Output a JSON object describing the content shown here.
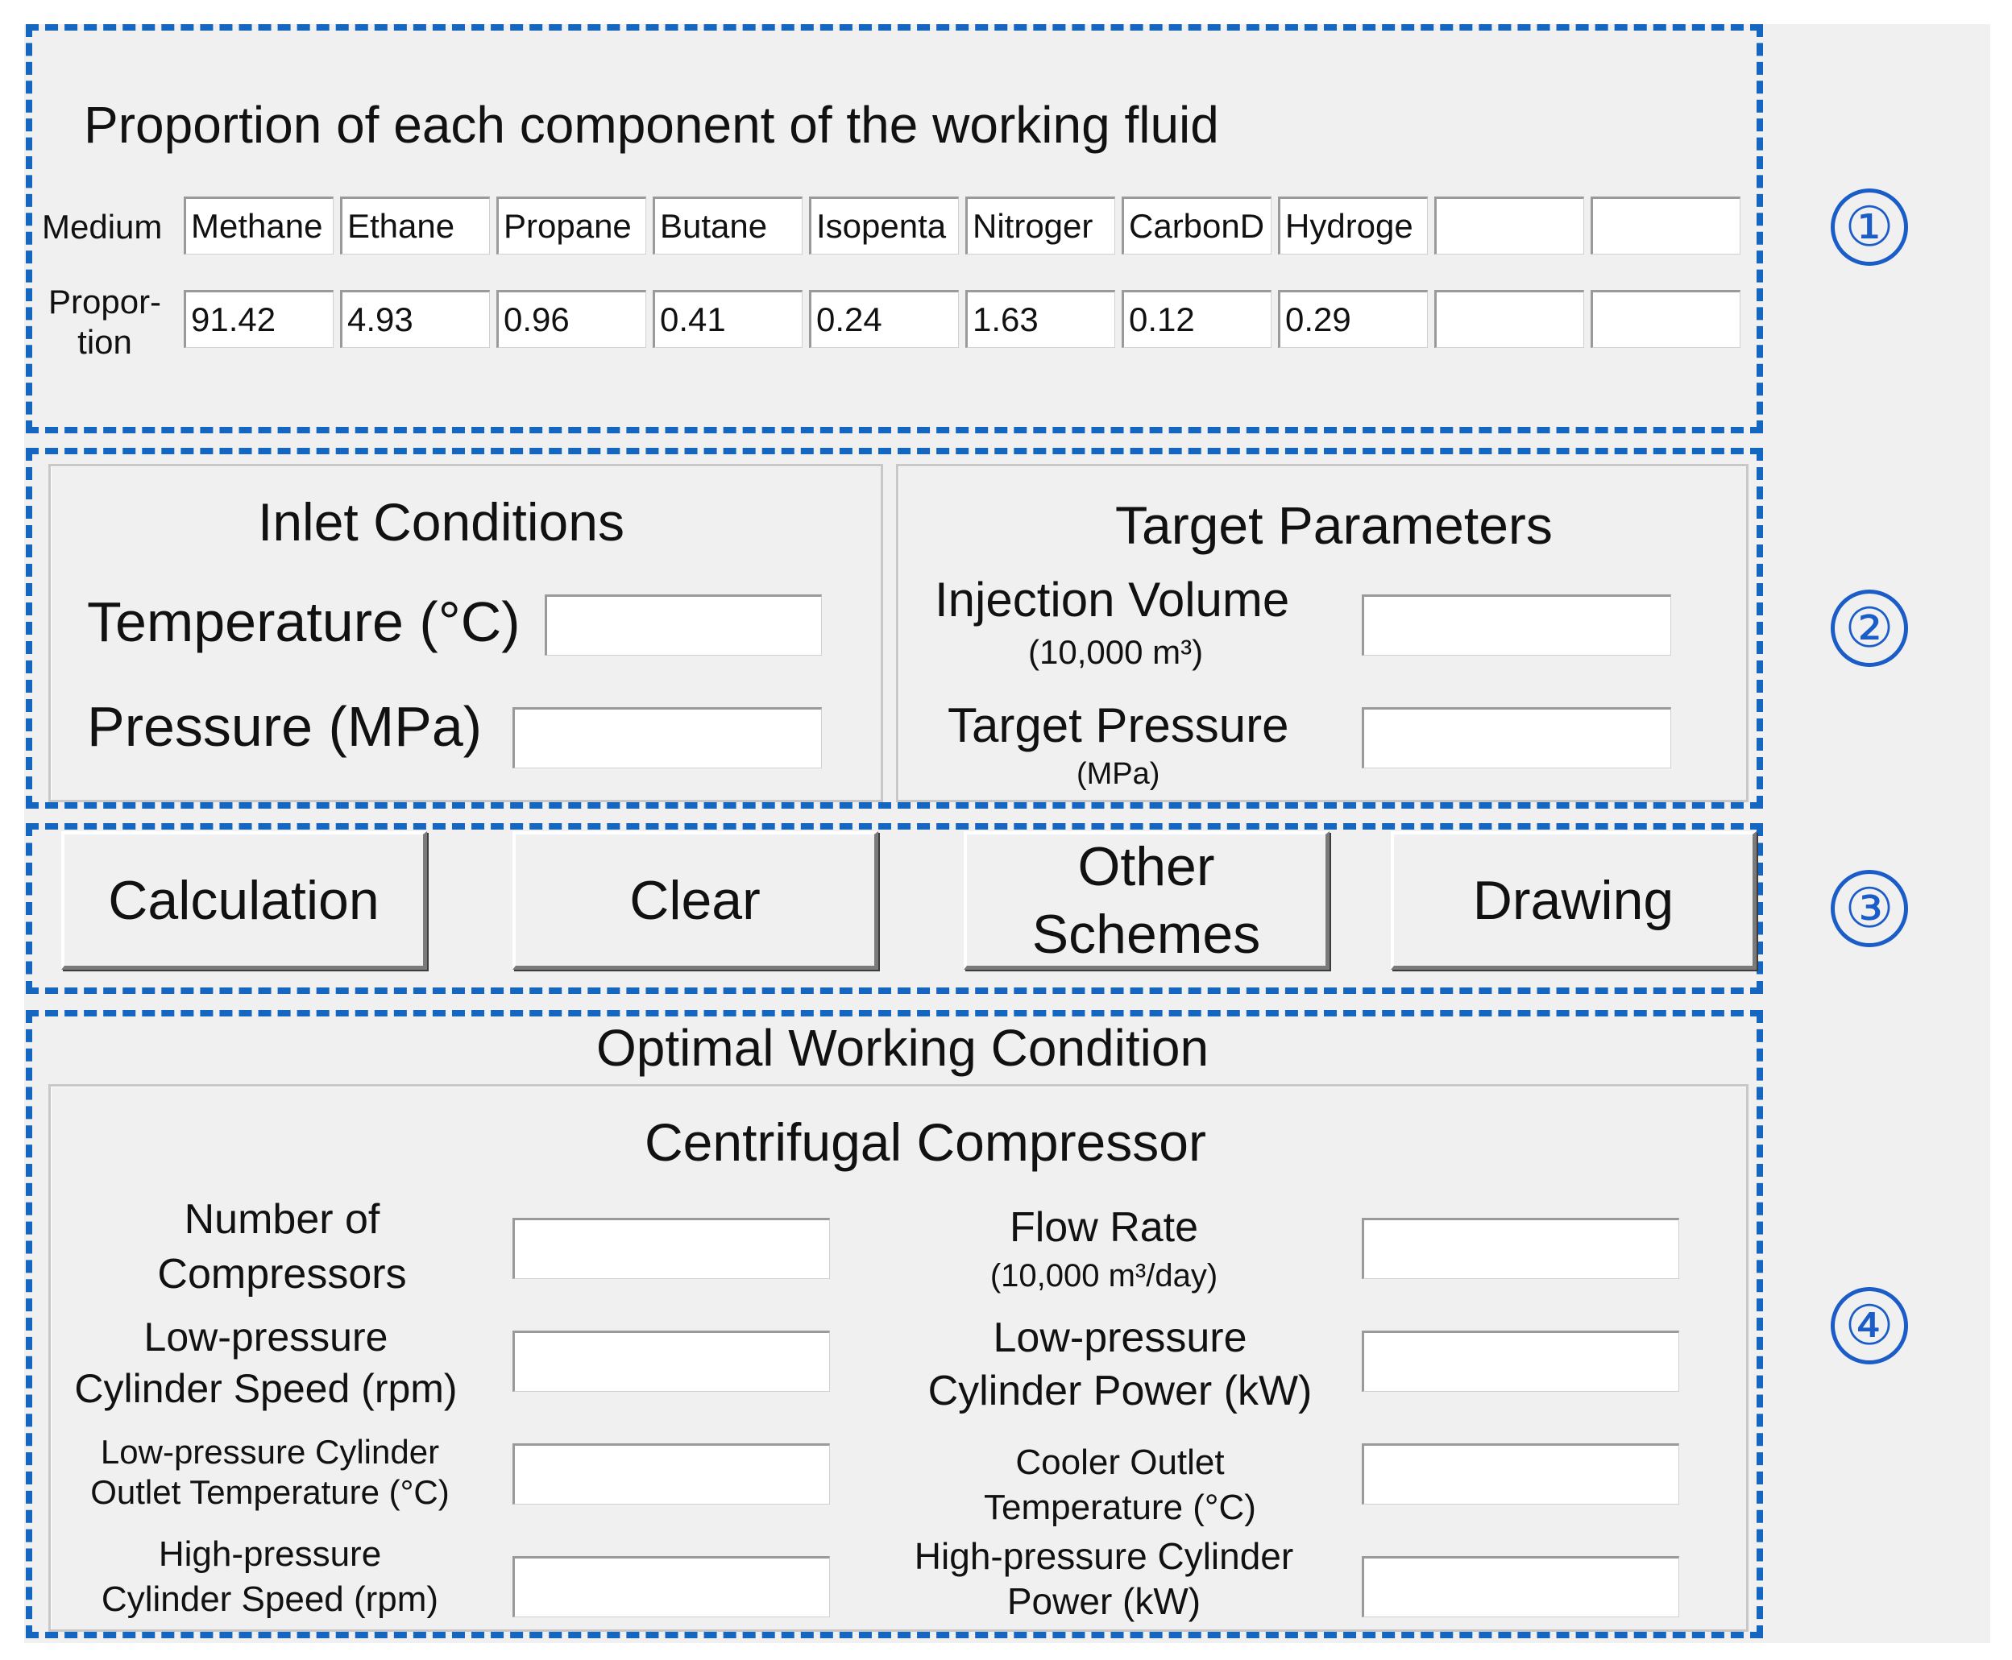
{
  "section1": {
    "title": "Proportion of each component of the working fluid",
    "medium_label": "Medium",
    "proportion_label": "Propor-\ntion",
    "mediums": [
      "Methane",
      "Ethane",
      "Propane",
      "Butane",
      "Isopenta",
      "Nitroger",
      "CarbonD",
      "Hydroge",
      "",
      ""
    ],
    "proportions": [
      "91.42",
      "4.93",
      "0.96",
      "0.41",
      "0.24",
      "1.63",
      "0.12",
      "0.29",
      "",
      ""
    ],
    "marker": "①"
  },
  "section2": {
    "inlet_title": "Inlet Conditions",
    "temperature_label": "Temperature (°C)",
    "pressure_label": "Pressure (MPa)",
    "target_title": "Target Parameters",
    "injection_label": "Injection Volume",
    "injection_unit": "(10,000 m³)",
    "target_pressure_label": "Target Pressure",
    "target_pressure_unit": "(MPa)",
    "marker": "②"
  },
  "section3": {
    "calculation": "Calculation",
    "clear": "Clear",
    "other_schemes": "Other\nSchemes",
    "drawing": "Drawing",
    "marker": "③"
  },
  "section4": {
    "title": "Optimal Working Condition",
    "subtitle": "Centrifugal Compressor",
    "num_compressors": "Number of\nCompressors",
    "flow_rate": "Flow Rate",
    "flow_rate_unit": "(10,000 m³/day)",
    "lp_speed": "Low-pressure\nCylinder Speed (rpm)",
    "lp_power": "Low-pressure\nCylinder Power (kW)",
    "lp_outlet_temp": "Low-pressure Cylinder\nOutlet Temperature (°C)",
    "cooler_outlet_temp": "Cooler Outlet\nTemperature (°C)",
    "hp_speed": "High-pressure\nCylinder Speed (rpm)",
    "hp_power": "High-pressure Cylinder\nPower (kW)",
    "marker": "④"
  }
}
